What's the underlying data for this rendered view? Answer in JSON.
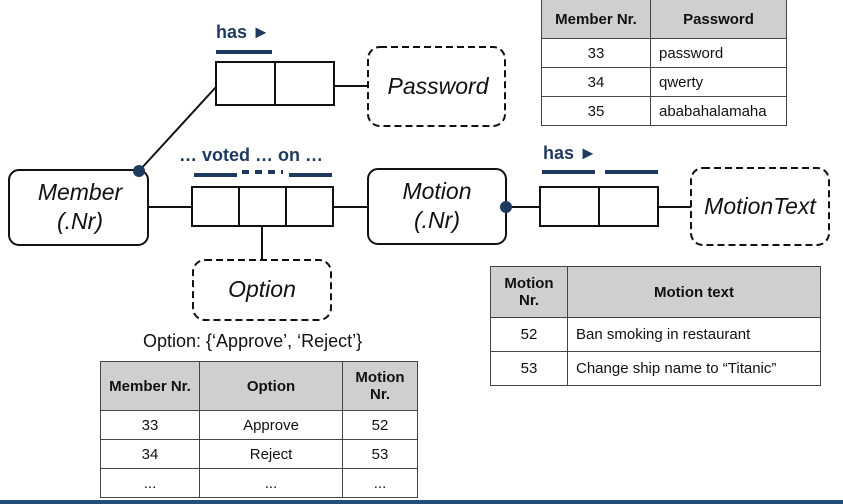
{
  "entities": {
    "member": {
      "line1": "Member",
      "line2": "(.Nr)"
    },
    "motion": {
      "line1": "Motion",
      "line2": "(.Nr)"
    },
    "password": "Password",
    "option": "Option",
    "motion_text": "MotionText"
  },
  "roles": {
    "member_has": "has ►",
    "voted": "… voted … on …",
    "motion_has": "has ►"
  },
  "option_constraint": "Option: {‘Approve’, ‘Reject’}",
  "password_table": {
    "headers": {
      "member_nr": "Member Nr.",
      "password": "Password"
    },
    "rows": [
      {
        "member_nr": "33",
        "password": "password"
      },
      {
        "member_nr": "34",
        "password": "qwerty"
      },
      {
        "member_nr": "35",
        "password": "ababahalamaha"
      }
    ]
  },
  "motion_table": {
    "headers": {
      "motion_nr": "Motion Nr.",
      "motion_text": "Motion text"
    },
    "rows": [
      {
        "motion_nr": "52",
        "motion_text": "Ban smoking in restaurant"
      },
      {
        "motion_nr": "53",
        "motion_text": "Change ship name to “Titanic”"
      }
    ]
  },
  "vote_table": {
    "headers": {
      "member_nr": "Member Nr.",
      "option": "Option",
      "motion_nr": "Motion Nr."
    },
    "rows": [
      {
        "member_nr": "33",
        "option": "Approve",
        "motion_nr": "52"
      },
      {
        "member_nr": "34",
        "option": "Reject",
        "motion_nr": "53"
      },
      {
        "member_nr": "...",
        "option": "...",
        "motion_nr": "..."
      }
    ]
  },
  "colors": {
    "accent": "#1f3a5f",
    "header_bg": "#cfcfcf",
    "line": "#111111",
    "bottom_bar": "#1f4f7a"
  }
}
